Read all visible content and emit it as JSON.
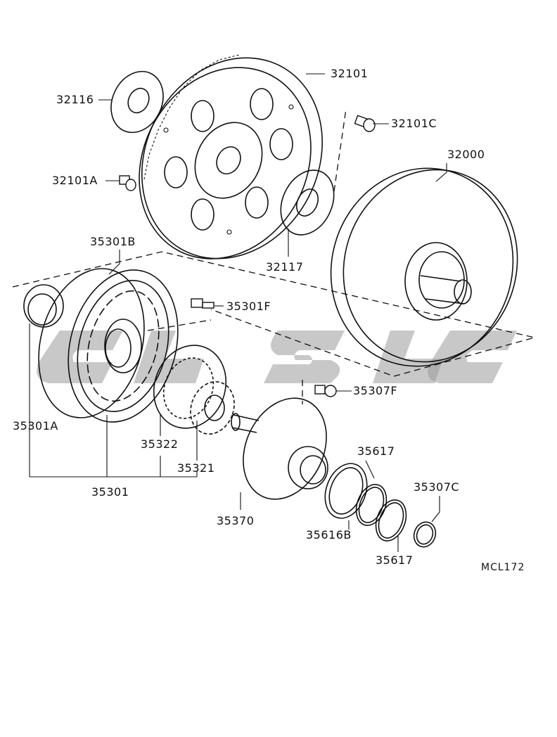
{
  "diagram_code": "MCL172",
  "parts": {
    "flywheel": "32101",
    "flywheel_bolt": "32101C",
    "spacer_front": "32116",
    "flywheel_set_bolt": "32101A",
    "spacer_rear": "32117",
    "torque_converter": "32000",
    "pump_body_sub": "35301B",
    "pump_bolt": "35301F",
    "pump_seal": "35301A",
    "driven_gear": "35322",
    "drive_gear": "35321",
    "oil_pump_assy": "35301",
    "stator_shaft_bolt": "35307F",
    "stator_shaft": "35370",
    "seal_ring_a": "35617",
    "seal_ring_b": "35617",
    "thrust_washer": "35616B",
    "o_ring": "35307C"
  }
}
